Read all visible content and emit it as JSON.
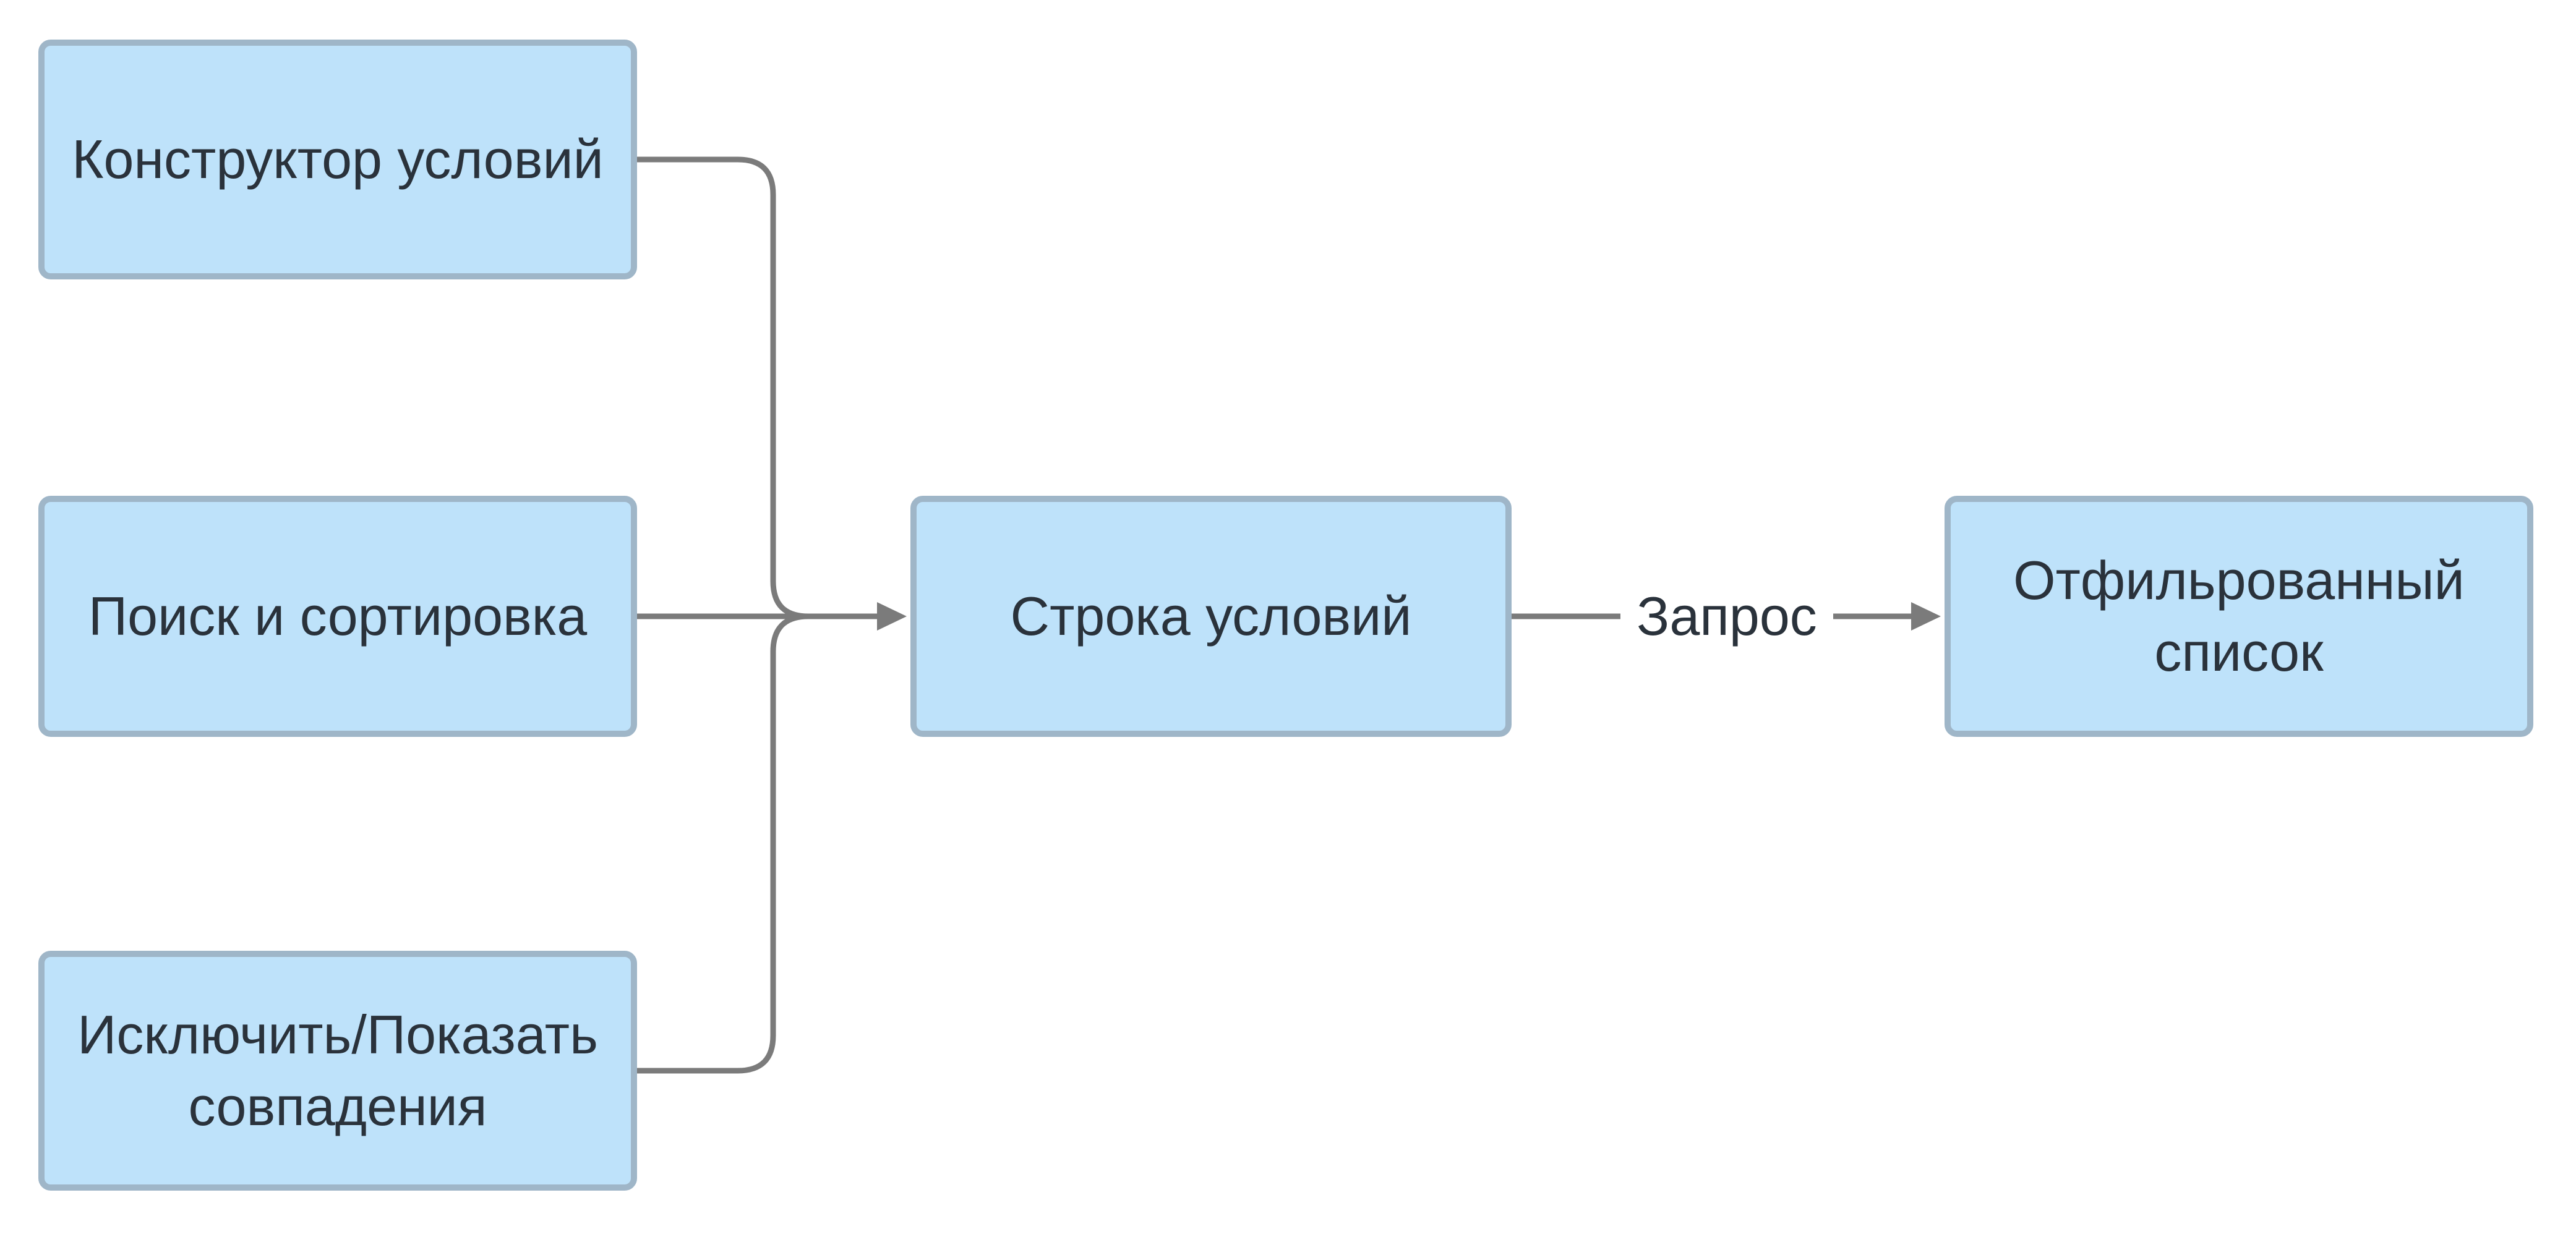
{
  "diagram": {
    "type": "flowchart",
    "direction": "left-to-right",
    "colors": {
      "node_fill": "#bee2fa",
      "node_border": "#9fb6c8",
      "edge_color": "#7b7b7b",
      "text_color": "#2a323b",
      "background": "#ffffff"
    },
    "nodes": [
      {
        "id": "constructor",
        "label": "Конструктор условий"
      },
      {
        "id": "search-sort",
        "label": "Поиск и сортировка"
      },
      {
        "id": "exclude-show",
        "label": [
          "Исключить/Показать",
          "совпадения"
        ]
      },
      {
        "id": "condition-string",
        "label": "Строка условий"
      },
      {
        "id": "filtered-list",
        "label": [
          "Отфильрованный",
          "список"
        ]
      }
    ],
    "edges": [
      {
        "from": "constructor",
        "to": "condition-string",
        "label": ""
      },
      {
        "from": "search-sort",
        "to": "condition-string",
        "label": ""
      },
      {
        "from": "exclude-show",
        "to": "condition-string",
        "label": ""
      },
      {
        "from": "condition-string",
        "to": "filtered-list",
        "label": "Запрос"
      }
    ]
  }
}
